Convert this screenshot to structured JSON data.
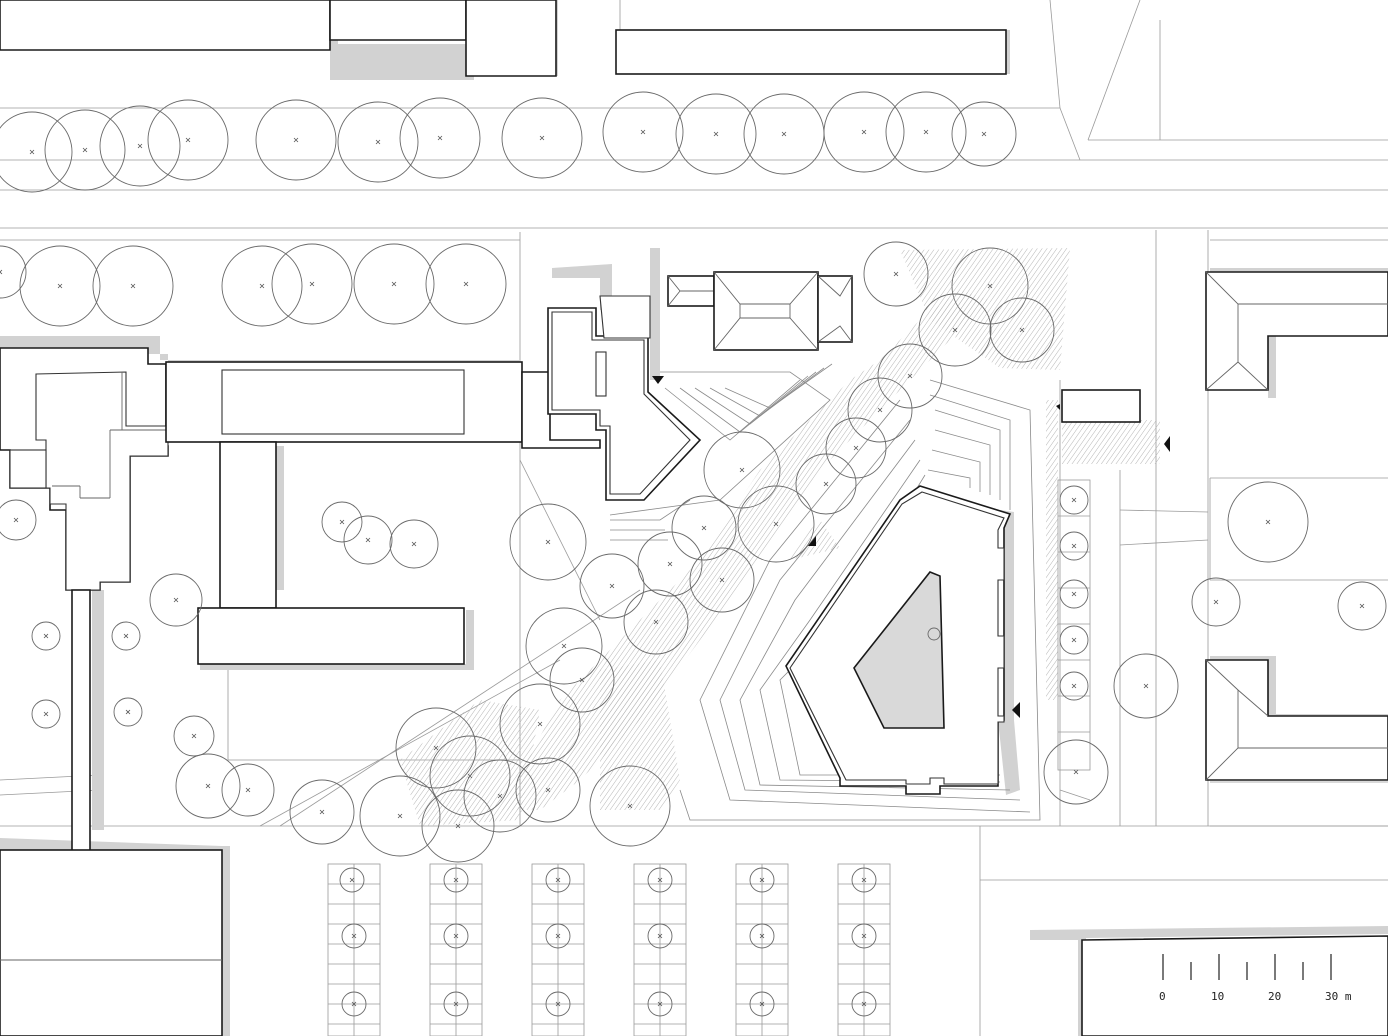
{
  "drawing": {
    "colors": {
      "building_outline": "#1a1a1a",
      "shadow": "#d2d2d2",
      "courtyard_fill": "#d9d9d9",
      "linework": "#9a9a9a"
    }
  },
  "scale_bar": {
    "ticks": [
      {
        "label": "0"
      },
      {
        "label": "10"
      },
      {
        "label": "20"
      },
      {
        "label": "30 m"
      }
    ]
  }
}
